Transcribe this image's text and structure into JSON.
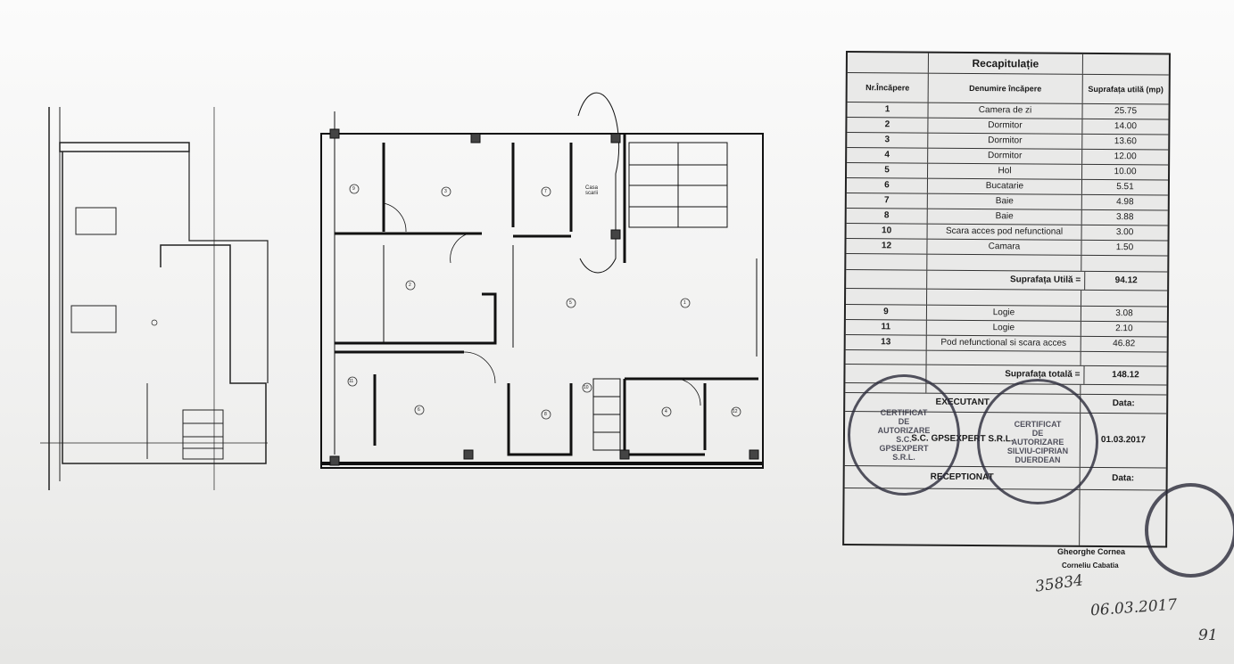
{
  "plan": {
    "stair_label": "Casa scarii",
    "room_numbers": [
      "1",
      "2",
      "3",
      "4",
      "5",
      "6",
      "7",
      "8",
      "9",
      "10",
      "11",
      "12"
    ]
  },
  "table": {
    "title": "Recapitulație",
    "headers": {
      "nr": "Nr.Încăpere",
      "name": "Denumire încăpere",
      "area": "Suprafața utilă (mp)"
    },
    "rooms": [
      {
        "nr": "1",
        "name": "Camera de zi",
        "area": "25.75"
      },
      {
        "nr": "2",
        "name": "Dormitor",
        "area": "14.00"
      },
      {
        "nr": "3",
        "name": "Dormitor",
        "area": "13.60"
      },
      {
        "nr": "4",
        "name": "Dormitor",
        "area": "12.00"
      },
      {
        "nr": "5",
        "name": "Hol",
        "area": "10.00"
      },
      {
        "nr": "6",
        "name": "Bucatarie",
        "area": "5.51"
      },
      {
        "nr": "7",
        "name": "Baie",
        "area": "4.98"
      },
      {
        "nr": "8",
        "name": "Baie",
        "area": "3.88"
      },
      {
        "nr": "10",
        "name": "Scara acces pod nefunctional",
        "area": "3.00"
      },
      {
        "nr": "12",
        "name": "Camara",
        "area": "1.50"
      }
    ],
    "useful_label": "Suprafața Utilă =",
    "useful_total": "94.12",
    "extra": [
      {
        "nr": "9",
        "name": "Logie",
        "area": "3.08"
      },
      {
        "nr": "11",
        "name": "Logie",
        "area": "2.10"
      },
      {
        "nr": "13",
        "name": "Pod nefunctional si scara acces",
        "area": "46.82"
      }
    ],
    "total_label": "Suprafața totală =",
    "total": "148.12",
    "executant": "EXECUTANT",
    "executant_company": "S.C. GPSEXPERT S.R.L.",
    "date_label": "Data:",
    "date": "01.03.2017",
    "receptionat": "RECEPTIONAT",
    "date_label2": "Data:"
  },
  "stamps": {
    "left": [
      "CERTIFICAT",
      "DE",
      "AUTORIZARE",
      "S.C.",
      "GPSEXPERT",
      "S.R.L."
    ],
    "right": [
      "CERTIFICAT",
      "DE",
      "AUTORIZARE",
      "SILVIU-CIPRIAN",
      "DUERDEAN"
    ]
  },
  "signature": {
    "name1": "Gheorghe Cornea",
    "name2": "Corneliu Cabatia",
    "registration": "35834",
    "reg_date": "06.03.2017",
    "page_number": "91"
  }
}
